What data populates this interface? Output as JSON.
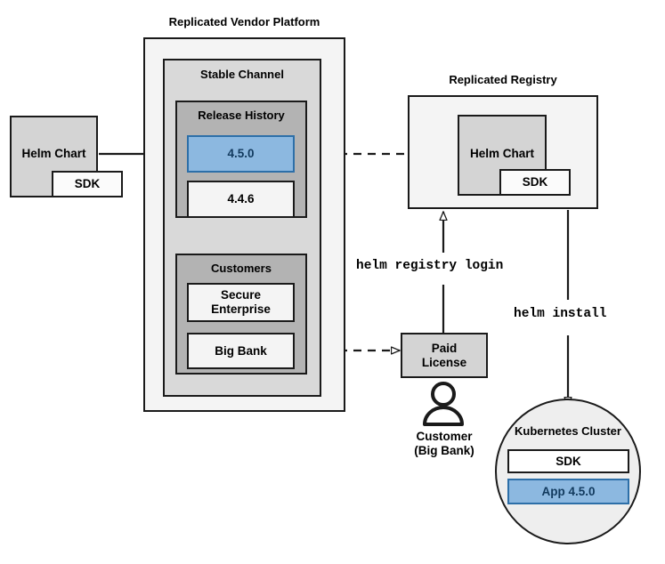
{
  "diagram": {
    "title_platform": "Replicated Vendor Platform",
    "title_registry": "Replicated Registry",
    "colors": {
      "highlight_fill": "#8cb8e0",
      "highlight_stroke": "#2d6fa8",
      "highlight_text": "#123a5e",
      "outer_fill": "#f4f4f4",
      "channel_fill": "#d9d9d9",
      "group_fill": "#b3b3b3",
      "node_fill": "#d4d4d4",
      "circle_fill": "#eeeeee",
      "stroke": "#1a1a1a"
    }
  },
  "platform": {
    "label": "Replicated Vendor Platform",
    "stable_channel": {
      "label": "Stable Channel",
      "release_history": {
        "label": "Release History",
        "versions": [
          {
            "label": "4.5.0",
            "highlighted": true
          },
          {
            "label": "4.4.6",
            "highlighted": false
          }
        ]
      },
      "customers": {
        "label": "Customers",
        "items": [
          {
            "label": "Secure\nEnterprise",
            "line1": "Secure",
            "line2": "Enterprise"
          },
          {
            "label": "Big Bank"
          }
        ]
      }
    }
  },
  "source_chart": {
    "label": "Helm Chart",
    "sdk_label": "SDK"
  },
  "registry": {
    "label": "Replicated Registry",
    "chart": {
      "label": "Helm Chart",
      "sdk_label": "SDK"
    }
  },
  "license": {
    "line1": "Paid",
    "line2": "License"
  },
  "actor": {
    "line1": "Customer",
    "line2": "(Big Bank)",
    "icon": "person-icon"
  },
  "cluster": {
    "label": "Kubernetes Cluster",
    "components": [
      {
        "label": "SDK",
        "highlighted": false
      },
      {
        "label": "App 4.5.0",
        "highlighted": true
      }
    ]
  },
  "commands": {
    "registry_login": "helm registry login",
    "install": "helm install"
  }
}
